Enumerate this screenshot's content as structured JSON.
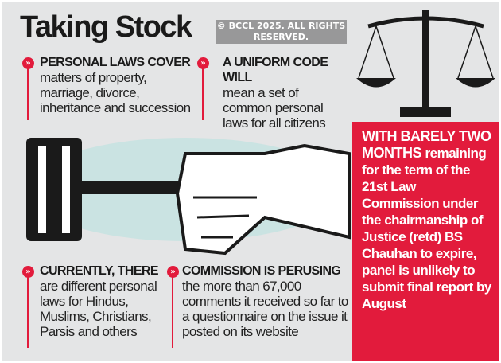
{
  "title": "Taking Stock",
  "notes": [
    {
      "head": "PERSONAL LAWS COVER",
      "body": "matters of property, marriage, divorce, inheritance and succession"
    },
    {
      "head": "A UNIFORM CODE WILL",
      "body": "mean a set of common personal laws for all citizens"
    },
    {
      "head": "CURRENTLY, THERE",
      "body": "are different personal laws for Hindus, Muslims, Christians, Parsis and others"
    },
    {
      "head": "COMMISSION IS PERUSING",
      "body": "the more than 67,000 comments it received so far to a questionnaire on the issue it posted on its website"
    }
  ],
  "callout": {
    "lead": "WITH BARELY TWO MONTHS",
    "body": "remaining for the term of the 21st Law Commission under the chairmanship of Justice (retd) BS Chauhan to expire, panel is unlikely to submit final report by August"
  },
  "bullet_glyph": "»",
  "watermark": "© BCCL 2025. ALL RIGHTS RESERVED.",
  "colors": {
    "accent": "#e21b3c",
    "background": "#e4e5e6"
  }
}
